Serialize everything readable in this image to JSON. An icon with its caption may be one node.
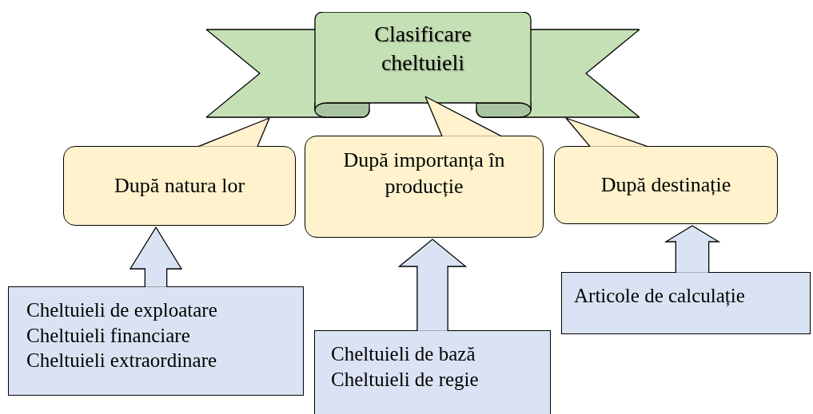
{
  "diagram": {
    "nodes": [
      {
        "text": [
          "Clasificare cheltuieli"
        ]
      },
      {
        "text": [
          "După natura lor"
        ]
      },
      {
        "text": [
          "După importanța în producție"
        ]
      },
      {
        "text": [
          "După destinație"
        ]
      },
      {
        "text": [
          "Cheltuieli de exploatare",
          "Cheltuieli financiare",
          "Cheltuieli extraordinare"
        ]
      },
      {
        "text": [
          "Cheltuieli de bază",
          "Cheltuieli de regie"
        ]
      },
      {
        "text": [
          "Articole de calculație"
        ]
      }
    ],
    "edges": [
      {
        "from": 1,
        "to": 0,
        "arrow": "none"
      },
      {
        "from": 2,
        "to": 0,
        "arrow": "none"
      },
      {
        "from": 3,
        "to": 0,
        "arrow": "none"
      },
      {
        "from": 4,
        "to": 1,
        "arrow": "to",
        "style": "thick",
        "color": "#dae3f3"
      },
      {
        "from": 5,
        "to": 2,
        "arrow": "to",
        "style": "thick",
        "color": "#dae3f3"
      },
      {
        "from": 6,
        "to": 3,
        "arrow": "to",
        "style": "thick",
        "color": "#dae3f3"
      }
    ]
  }
}
